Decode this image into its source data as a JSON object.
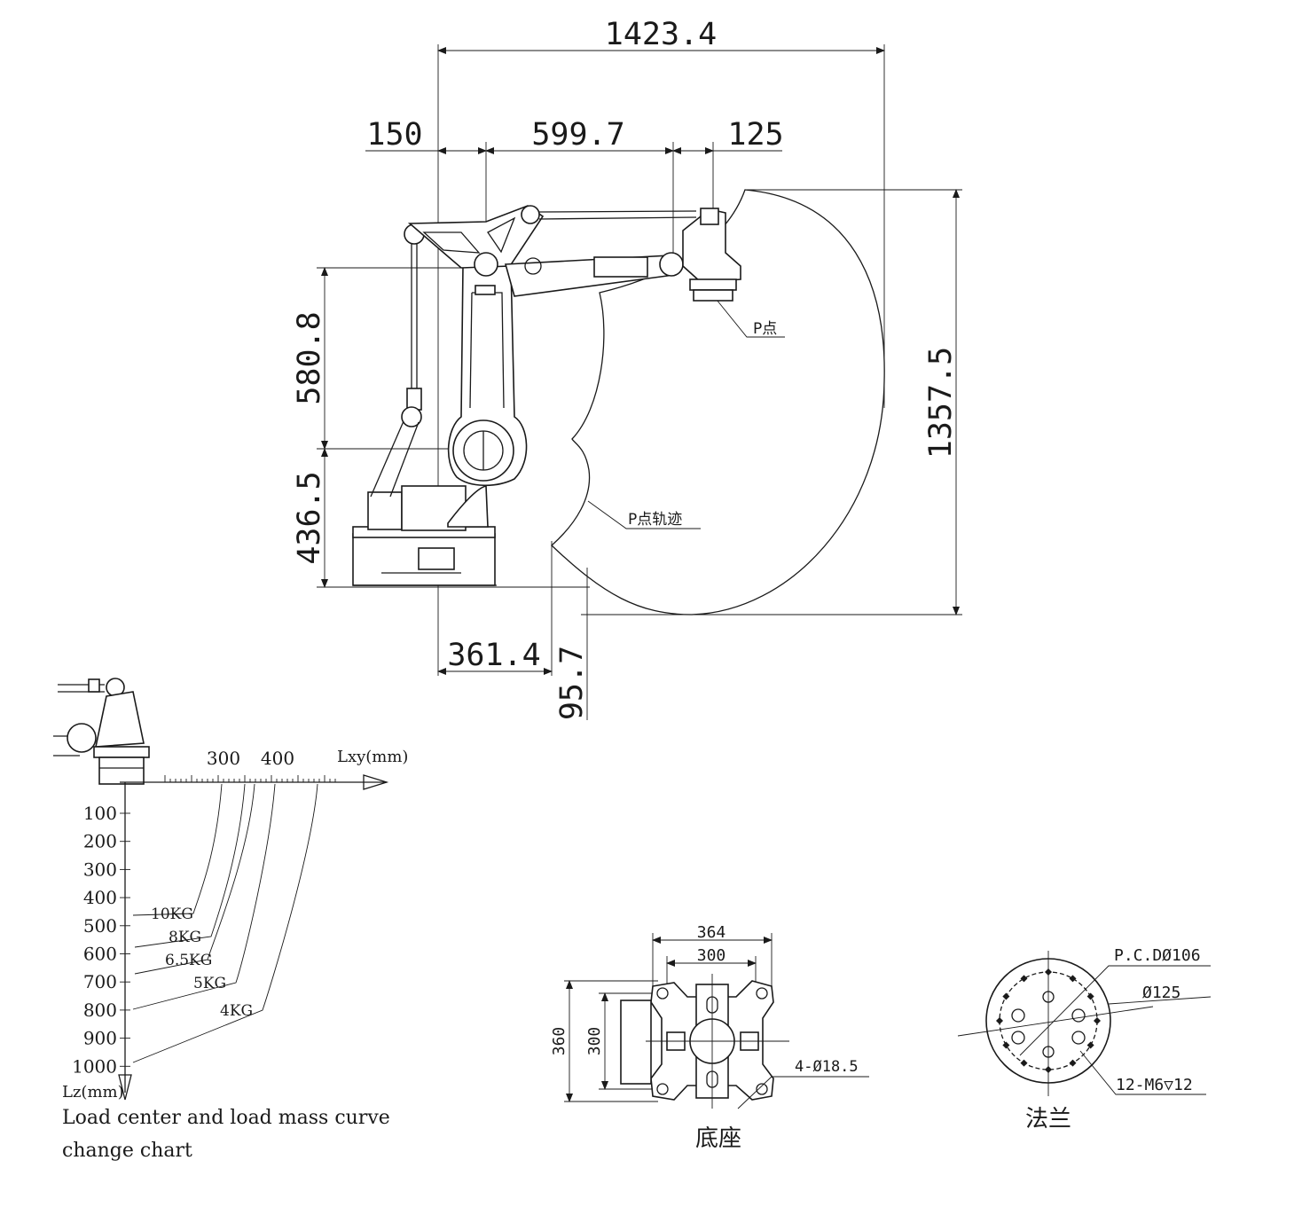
{
  "side_view": {
    "dims": {
      "total_reach": "1423.4",
      "base_offset": "150",
      "upper_arm": "599.7",
      "wrist_offset": "125",
      "upper_height": "580.8",
      "lower_height": "436.5",
      "total_height": "1357.5",
      "min_reach": "361.4",
      "bottom_offset": "95.7"
    },
    "point_label": "P点",
    "trajectory_label": "P点轨迹"
  },
  "load_chart": {
    "x_axis_label": "Lxy(mm)",
    "x_ticks": [
      "300",
      "400"
    ],
    "y_axis_label": "Lz(mm)",
    "y_ticks": [
      "100",
      "200",
      "300",
      "400",
      "500",
      "600",
      "700",
      "800",
      "900",
      "1000"
    ],
    "curves": [
      "10KG",
      "8KG",
      "6.5KG",
      "5KG",
      "4KG"
    ],
    "caption_line1": "Load center and load mass curve",
    "caption_line2": "change chart"
  },
  "base_view": {
    "width_outer": "364",
    "width_inner": "300",
    "height_outer": "360",
    "height_inner": "300",
    "holes": "4-Ø18.5",
    "caption": "底座"
  },
  "flange_view": {
    "pcd": "P.C.DØ106",
    "outer_dia": "Ø125",
    "threads": "12-M6▽12",
    "caption": "法兰"
  }
}
